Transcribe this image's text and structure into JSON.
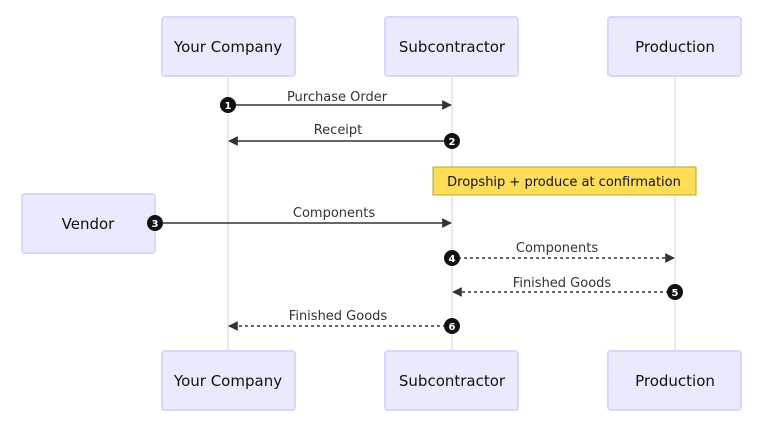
{
  "actors": {
    "your_company": "Your Company",
    "subcontractor": "Subcontractor",
    "production": "Production",
    "vendor": "Vendor"
  },
  "messages": [
    {
      "label": "Purchase Order",
      "number": "1"
    },
    {
      "label": "Receipt",
      "number": "2"
    },
    {
      "label": "Components",
      "number": "3"
    },
    {
      "label": "Components",
      "number": "4"
    },
    {
      "label": "Finished Goods",
      "number": "5"
    },
    {
      "label": "Finished Goods",
      "number": "6"
    }
  ],
  "note": {
    "text": "Dropship + produce at confirmation"
  },
  "colors": {
    "actor_fill": "#eaeaff",
    "actor_border": "#d6d6ff",
    "note_fill": "#ffdd57",
    "line": "#333333",
    "lifeline": "#d3d3d3"
  }
}
